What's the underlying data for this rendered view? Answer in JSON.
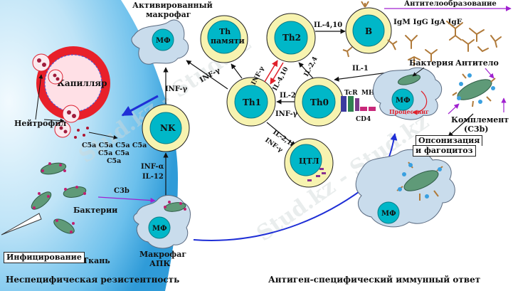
{
  "colors": {
    "tissue_light": "#dff1fb",
    "tissue_mid": "#8fd0f0",
    "tissue_deep": "#3aa8e0",
    "cell_fill": "#f7f3b0",
    "nucleus": "#00b7c8",
    "macrophage": "#c9dcec",
    "bacteria": "#5f9a78",
    "blue_arrow": "#1f2fd6",
    "red": "#e0202a",
    "violet": "#a020d0",
    "brown_antibody": "#b07a3a"
  },
  "labels": {
    "activated_macrophage": [
      "Активированный",
      "макрофаг"
    ],
    "mf": "МФ",
    "capillary": "Капилляр",
    "neutrophil": "Нейтрофил",
    "c5a_rows": [
      "C5a  C5a  C5a  C5a",
      "C5a  C5a",
      "C5a"
    ],
    "bacteria_left": "Бактерии",
    "c3b": "C3b",
    "nk": "NK",
    "inf_gamma": "INF-γ",
    "inf_alpha": "INF-α",
    "il12": "IL-12",
    "macrophage_apc": [
      "Макрофаг",
      "АПК"
    ],
    "th_memory": [
      "Th",
      "памяти"
    ],
    "th1": "Th1",
    "th2": "Th2",
    "th0": "Th0",
    "b": "B",
    "ctl": "ЦТЛ",
    "il410_top": "IL-4,10",
    "il410_vert": "IL-4,10",
    "il24": "IL-2,4",
    "il1": "IL-1",
    "il2": "IL-2",
    "il212": "IL-2,12",
    "tcr": "TcR",
    "mhc": "MHC II",
    "cd4": "CD4",
    "processing": "Процессинг",
    "antibody_formation": "Антителообразование",
    "igs": "IgM  IgG  IgA  IgE",
    "bacterium": "Бактерия",
    "antibody": "Антитело",
    "complement": [
      "Комплемент",
      "(C3b)"
    ],
    "opsonization": [
      "Опсонизация",
      "и фагоцитоз"
    ],
    "infection": "Инфицирование",
    "tissue": "Ткань",
    "nonspecific": "Неспецифическая резистентность",
    "specific": "Антиген-специфический иммунный ответ",
    "watermark": "Stud.kz - Stud.kz"
  }
}
